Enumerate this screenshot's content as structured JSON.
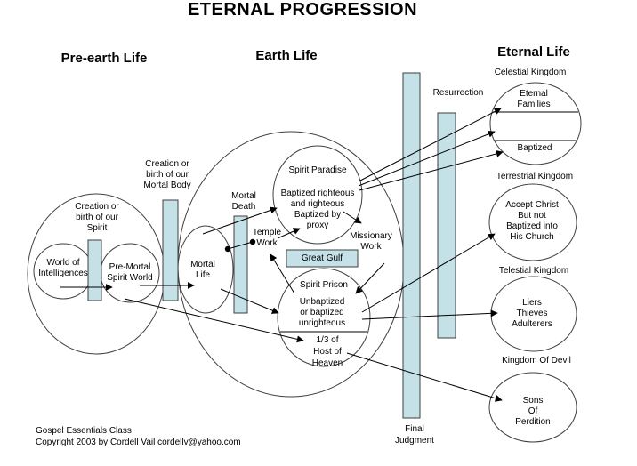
{
  "title": "ETERNAL PROGRESSION",
  "colors": {
    "bar_fill": "#c5e1e8",
    "outline": "#3f3f3f",
    "line": "#000000",
    "background": "#ffffff"
  },
  "headers": {
    "pre_earth": "Pre-earth Life",
    "earth": "Earth Life",
    "eternal": "Eternal Life"
  },
  "pre_earth": {
    "world_of_intelligences": "World of\nIntelligences",
    "creation_spirit": "Creation or\nbirth of our\nSpirit",
    "pre_mortal": "Pre-Mortal\nSpirit World",
    "creation_body": "Creation or\nbirth of our\nMortal Body"
  },
  "earth": {
    "mortal_life": "Mortal\nLife",
    "mortal_death": "Mortal\nDeath",
    "temple_work": "Temple\nWork",
    "spirit_paradise_title": "Spirit Paradise",
    "spirit_paradise_body": "Baptized righteous\nand righteous\nBaptized by\nproxy",
    "missionary_work": "Missionary\nWork",
    "great_gulf": "Great Gulf",
    "spirit_prison_title": "Spirit Prison",
    "spirit_prison_body": "Unbaptized\nor baptized\nunrighteous",
    "spirit_prison_third": "1/3 of\nHost of\nHeaven"
  },
  "judgment": {
    "resurrection": "Resurrection",
    "final_judgment": "Final\nJudgment"
  },
  "eternal": {
    "celestial_label": "Celestial Kingdom",
    "celestial_top": "Eternal\nFamilies",
    "celestial_bottom": "Baptized",
    "terrestrial_label": "Terrestrial Kingdom",
    "terrestrial_body": "Accept Christ\nBut not\nBaptized into\nHis Church",
    "telestial_label": "Telestial Kingdom",
    "telestial_body": "Liers\nThieves\nAdulterers",
    "devil_label": "Kingdom Of Devil",
    "perdition_body": "Sons\nOf\nPerdition"
  },
  "footer": {
    "line1": "Gospel Essentials Class",
    "line2": "Copyright 2003 by Cordell Vail cordellv@yahoo.com"
  }
}
